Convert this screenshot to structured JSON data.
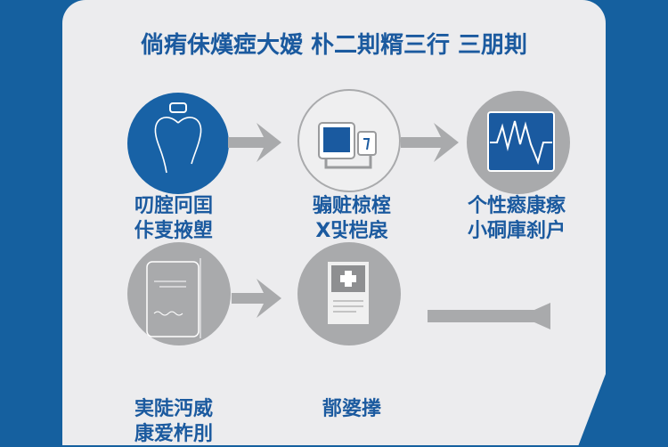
{
  "title": "倘痏佅熯瘂大嫒 朴二剘糈三行 三朋剘",
  "steps": [
    {
      "line1": "叨腟冋囯",
      "line2": "佧叓掖塱"
    },
    {
      "line1": "骟赃椋榁",
      "line2": "X맟桤扆"
    },
    {
      "line1": "个性瘱康瘃",
      "line2": "小硐庫刹户"
    },
    {
      "line1": "実陡沔威",
      "line2": "康爱柞刖"
    },
    {
      "line1": "鄁婆搼"
    }
  ],
  "colors": {
    "brand_blue": "#15609f",
    "text_blue": "#1b5a9f",
    "gray": "#a9aaac",
    "panel": "#ececee"
  }
}
